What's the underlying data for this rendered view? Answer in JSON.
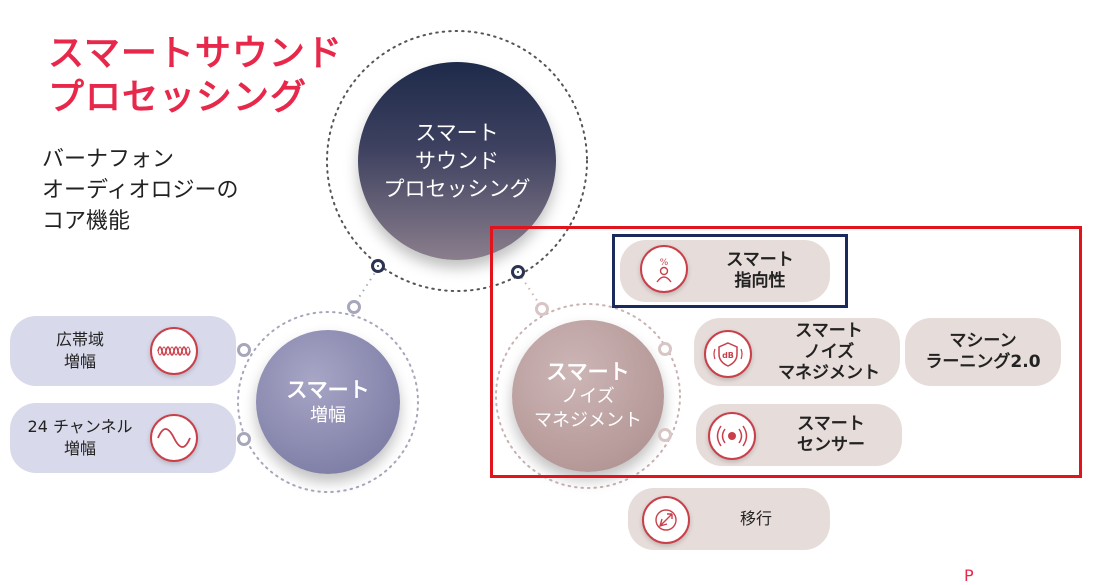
{
  "title": {
    "line1": "スマートサウンド",
    "line2": "プロセッシング"
  },
  "subtitle": {
    "line1": "バーナフォン",
    "line2": "オーディオロジーの",
    "line3": "コア機能"
  },
  "top_circle": {
    "line1": "スマート",
    "line2": "サウンド",
    "line3": "プロセッシング"
  },
  "left_circle": {
    "line1": "スマート",
    "line2": "増幅"
  },
  "right_circle": {
    "line1": "スマート",
    "line2": "ノイズ",
    "line3": "マネジメント"
  },
  "left_features": [
    {
      "line1": "広帯域",
      "line2": "増幅",
      "icon": "waveform-icon"
    },
    {
      "line1": "24 チャンネル",
      "line2": "増幅",
      "icon": "sine-wave-icon"
    }
  ],
  "right_features": {
    "directivity": {
      "line1": "スマート",
      "line2": "指向性",
      "icon": "person-percent-icon",
      "icon_text": "%"
    },
    "noise": {
      "line1": "スマート",
      "line2": "ノイズ",
      "line3": "マネジメント",
      "icon": "decibel-shield-icon",
      "icon_text": "dB"
    },
    "machine_learning": {
      "line1": "マシーン",
      "line2": "ラーニング2.0"
    },
    "sensor": {
      "line1": "スマート",
      "line2": "センサー",
      "icon": "radar-icon"
    },
    "transition": {
      "label": "移行",
      "icon": "transition-icon"
    }
  },
  "colors": {
    "accent_red": "#e8284a",
    "frame_red": "#e1131d",
    "navy": "#1a2a5c",
    "amplification_purple": "#8584ab",
    "noise_rose": "#b89b9b"
  },
  "pager": "P"
}
